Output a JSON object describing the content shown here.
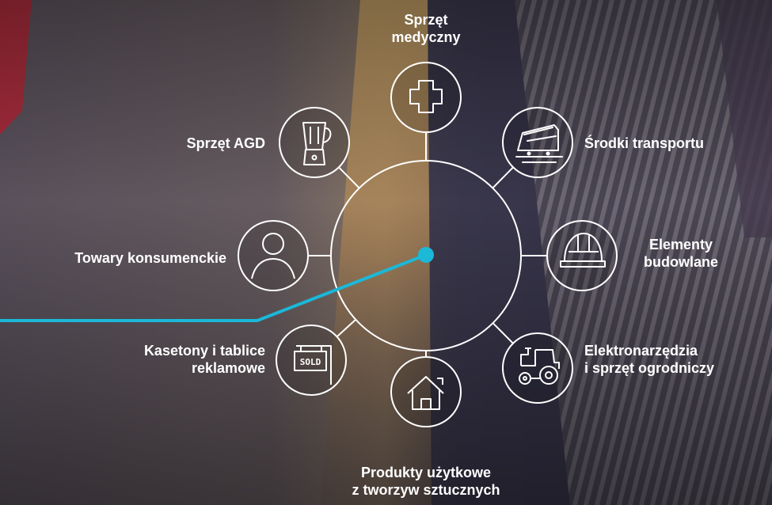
{
  "diagram": {
    "center": {
      "name": "hub"
    },
    "nodes": [
      {
        "id": "medical",
        "icon": "medical-cross-icon",
        "lines": [
          "Sprzęt",
          "medyczny"
        ]
      },
      {
        "id": "transport",
        "icon": "train-icon",
        "lines": [
          "Środki transportu"
        ]
      },
      {
        "id": "building",
        "icon": "hard-hat-icon",
        "lines": [
          "Elementy",
          "budowlane"
        ]
      },
      {
        "id": "tools",
        "icon": "tractor-icon",
        "lines": [
          "Elektronarzędzia",
          "i sprzęt ogrodniczy"
        ]
      },
      {
        "id": "plastic",
        "icon": "house-icon",
        "lines": [
          "Produkty użytkowe",
          "z tworzyw sztucznych"
        ]
      },
      {
        "id": "signs",
        "icon": "sold-sign-icon",
        "lines": [
          "Kasetony i tablice",
          "reklamowe"
        ],
        "sign_text": "SOLD"
      },
      {
        "id": "consumer",
        "icon": "person-icon",
        "lines": [
          "Towary konsumenckie"
        ]
      },
      {
        "id": "agd",
        "icon": "blender-icon",
        "lines": [
          "Sprzęt AGD"
        ]
      }
    ]
  },
  "colors": {
    "accent": "#1bb8d8",
    "line": "#ffffff",
    "background_dark": "#2a2533",
    "floor": "#6e6468",
    "highlight": "#c9a468"
  }
}
